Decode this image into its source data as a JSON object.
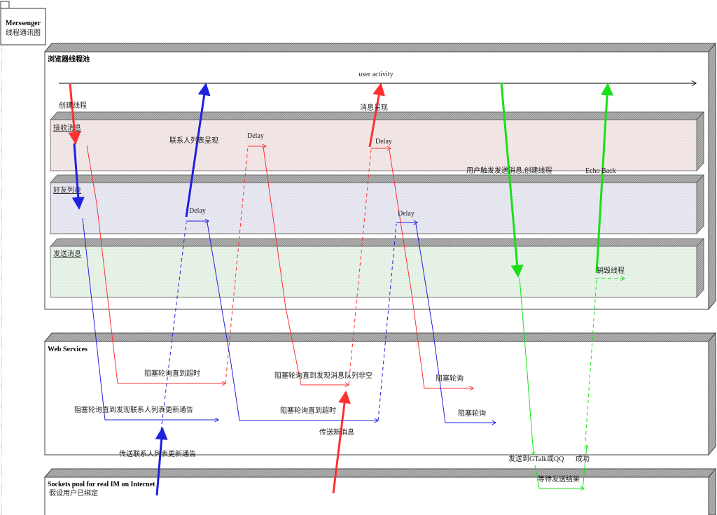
{
  "package": {
    "title": "Merssenger",
    "subtitle": "线程通讯图"
  },
  "browser": {
    "title": "浏览器线程池",
    "lanes": [
      {
        "label": "接收消息",
        "color": "#f3e6e6"
      },
      {
        "label": "好友列表",
        "color": "#e6e7f1"
      },
      {
        "label": "发送消息",
        "color": "#e7f3e7"
      }
    ],
    "user_activity": "user activity"
  },
  "web_services": {
    "title": "Web Services"
  },
  "sockets": {
    "title": "Sockets pool for real IM on Internet",
    "note": "假设用户已绑定"
  },
  "labels": {
    "create_thread": "创建线程",
    "contact_list_show": "联系人列表呈现",
    "msg_show": "消息呈现",
    "delay_red1": "Delay",
    "delay_red2": "Delay",
    "delay_blue1": "Delay",
    "delay_blue2": "Delay",
    "user_send": "用户触发发送消息,创建线程",
    "echo_back": "Echo Back",
    "destroy_thread": "销毁线程",
    "block_timeout_red": "阻塞轮询直到超时",
    "block_until_queue": "阻塞轮询直到发现消息队列非空",
    "block_poll_red": "阻塞轮询",
    "block_until_contact": "阻塞轮询直到发现联系人列表更新通告",
    "block_timeout_blue": "阻塞轮询直到超时",
    "block_poll_blue": "阻塞轮询",
    "send_to_im": "发送到GTalk或QQ",
    "success": "成功",
    "wait_result": "等待发送结果",
    "transmit_new_msg": "传送新消息",
    "transmit_contact_update": "传送联系人列表更新通告"
  },
  "colors": {
    "red": "#ff3030",
    "blue": "#2020e0",
    "green": "#19e019",
    "frame": "#555555"
  }
}
